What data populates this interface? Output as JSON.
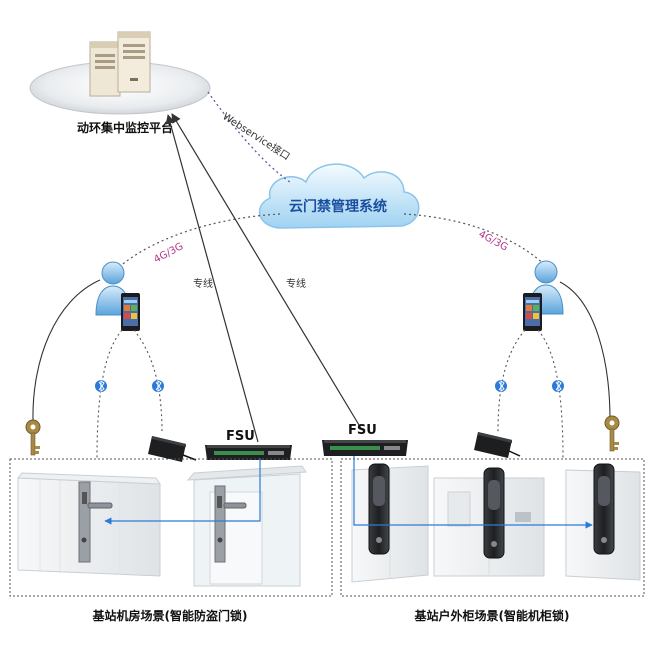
{
  "platform": {
    "label": "动环集中监控平台"
  },
  "cloud": {
    "label": "云门禁管理系统"
  },
  "links": {
    "webservice": "Webservice接口",
    "mobile_left": "4G/3G",
    "mobile_right": "4G/3G",
    "dedicated_left": "专线",
    "dedicated_right": "专线"
  },
  "fsu": {
    "left": "FSU",
    "right": "FSU"
  },
  "scenes": {
    "left": "基站机房场景(智能防盗门锁)",
    "right": "基站户外柜场景(智能机柜锁)"
  },
  "colors": {
    "cloud_text": "#1a4f9e",
    "mobile_text": "#b2368c",
    "line": "#333333",
    "dotted": "#555555",
    "connector": "#2b7bd6"
  }
}
